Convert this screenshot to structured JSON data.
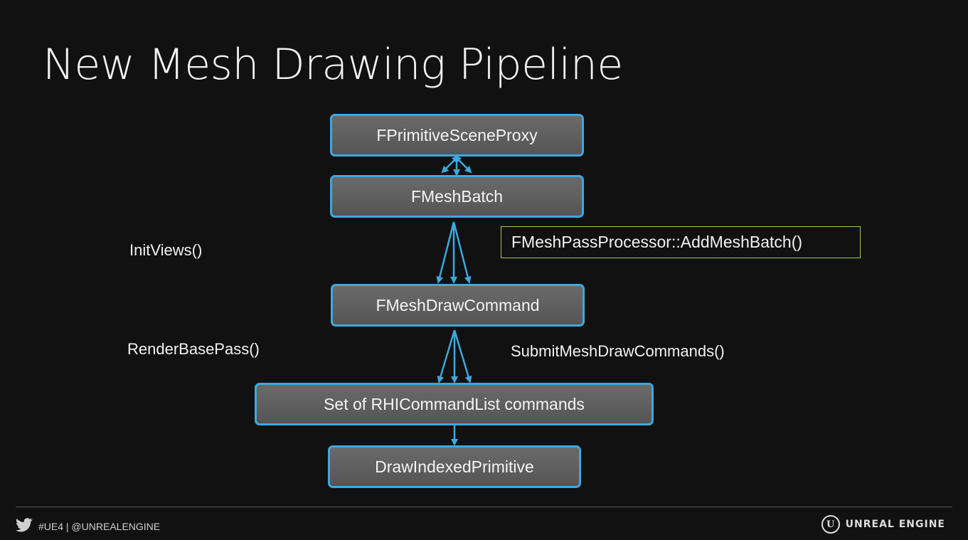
{
  "title": "New Mesh Drawing Pipeline",
  "nodes": {
    "scene_proxy": "FPrimitiveSceneProxy",
    "mesh_batch": "FMeshBatch",
    "mesh_draw_command": "FMeshDrawCommand",
    "rhi_commands": "Set of RHICommandList commands",
    "draw_indexed": "DrawIndexedPrimitive"
  },
  "labels": {
    "init_views": "InitViews()",
    "render_base_pass": "RenderBasePass()",
    "submit": "SubmitMeshDrawCommands()",
    "add_mesh_batch": "FMeshPassProcessor::AddMeshBatch()"
  },
  "footer": {
    "social": "#UE4 | @UNREALENGINE",
    "brand": "UNREAL ENGINE",
    "logo_glyph": "U"
  },
  "colors": {
    "node_border": "#3fa8dc",
    "arrow": "#3fa8dc",
    "callout_border": "#9bcf4f",
    "background": "#111111"
  },
  "icons": {
    "twitter": "twitter-bird-icon",
    "engine": "unreal-engine-logo-icon"
  }
}
